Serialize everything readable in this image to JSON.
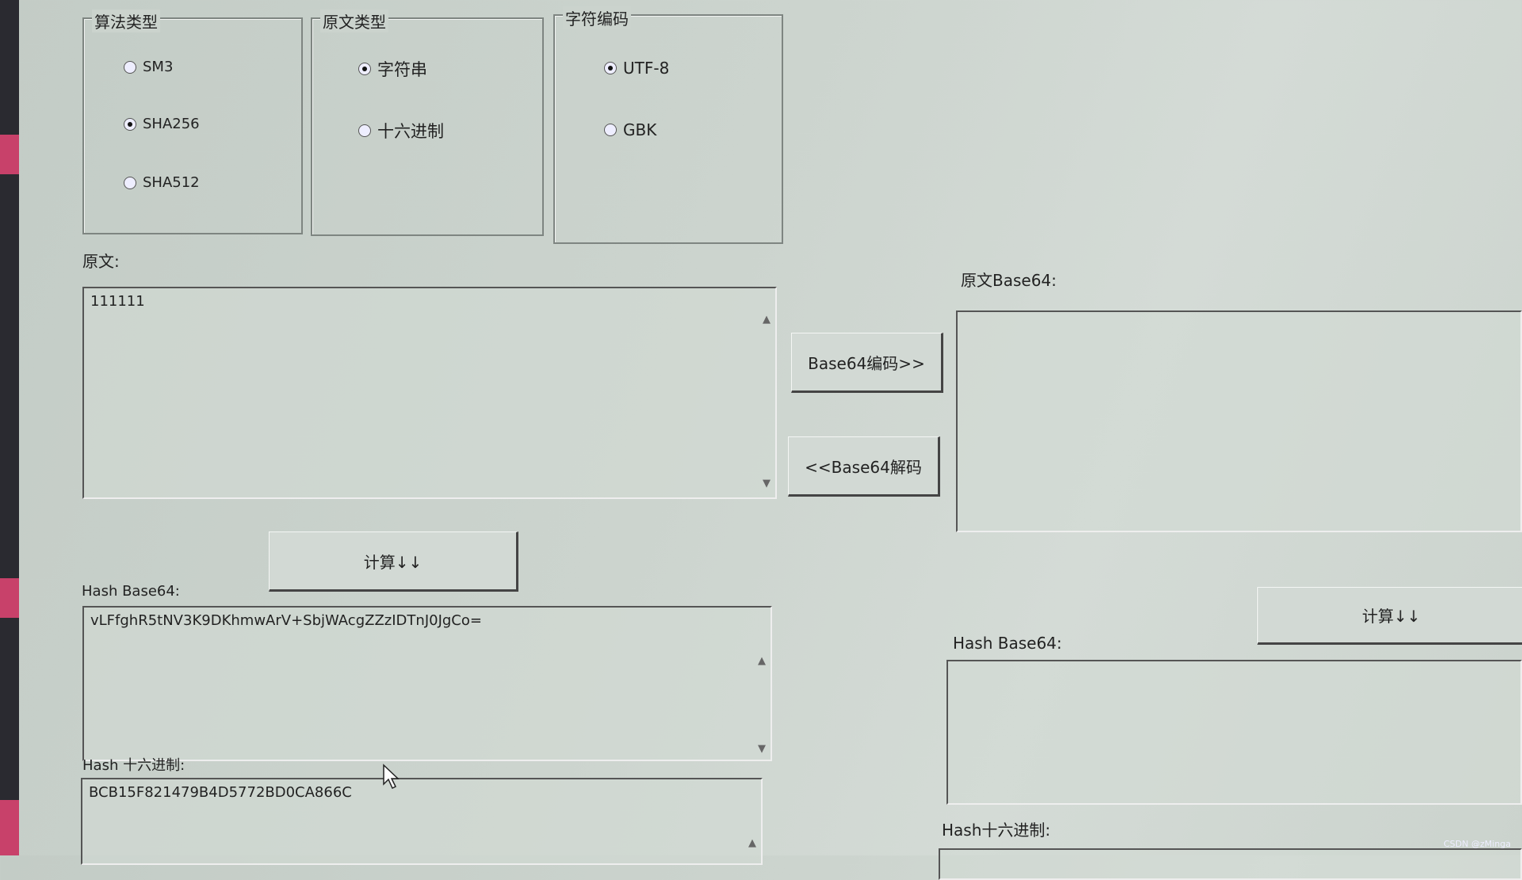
{
  "algorithm_group": {
    "title": "算法类型",
    "options": [
      "SM3",
      "SHA256",
      "SHA512"
    ],
    "selected": "SHA256"
  },
  "input_type_group": {
    "title": "原文类型",
    "options": [
      "字符串",
      "十六进制"
    ],
    "selected": "字符串"
  },
  "encoding_group": {
    "title": "字符编码",
    "options": [
      "UTF-8",
      "GBK"
    ],
    "selected": "UTF-8"
  },
  "plaintext": {
    "label": "原文:",
    "value": "111111"
  },
  "base64_encode_label": "Base64编码>>",
  "base64_decode_label": "<<Base64解码",
  "compute_label": "计算↓↓",
  "hash_base64": {
    "label": "Hash Base64:",
    "value": "vLFfghR5tNV3K9DKhmwArV+SbjWAcgZZzIDTnJ0JgCo="
  },
  "hash_hex": {
    "label": "Hash 十六进制:",
    "value": "BCB15F821479B4D5772BD0CA866C"
  },
  "right": {
    "plaintext_b64_label": "原文Base64:",
    "plaintext_b64_value": "",
    "compute_label": "计算↓↓",
    "hash_base64_label": "Hash Base64:",
    "hash_base64_value": "",
    "hash_hex_label": "Hash十六进制:"
  },
  "watermark": "CSDN @zMinga"
}
